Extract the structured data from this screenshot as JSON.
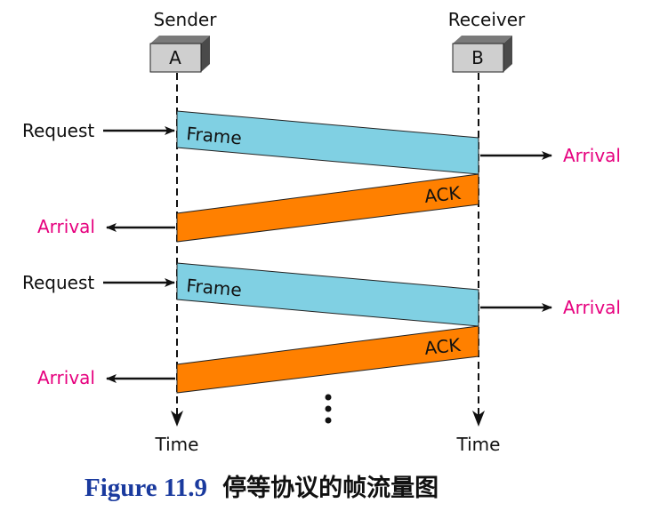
{
  "colors": {
    "frame_fill": "#80d0e3",
    "ack_fill": "#ff8000",
    "arrival": "#e6007e",
    "caption": "#1a3a9e",
    "box_front": "#cfcfcf",
    "box_side": "#4a4a4a",
    "box_top": "#7a7a7a"
  },
  "nodes": {
    "sender": {
      "title": "Sender",
      "label": "A"
    },
    "receiver": {
      "title": "Receiver",
      "label": "B"
    }
  },
  "rounds": [
    {
      "request": "Request",
      "frame": "Frame",
      "receiver_arrival": "Arrival",
      "ack": "ACK",
      "sender_arrival": "Arrival"
    },
    {
      "request": "Request",
      "frame": "Frame",
      "receiver_arrival": "Arrival",
      "ack": "ACK",
      "sender_arrival": "Arrival"
    }
  ],
  "time_labels": {
    "sender": "Time",
    "receiver": "Time"
  },
  "continuation_icon": "vertical-ellipsis",
  "caption": {
    "number": "Figure 11.9",
    "text": "停等协议的帧流量图"
  }
}
